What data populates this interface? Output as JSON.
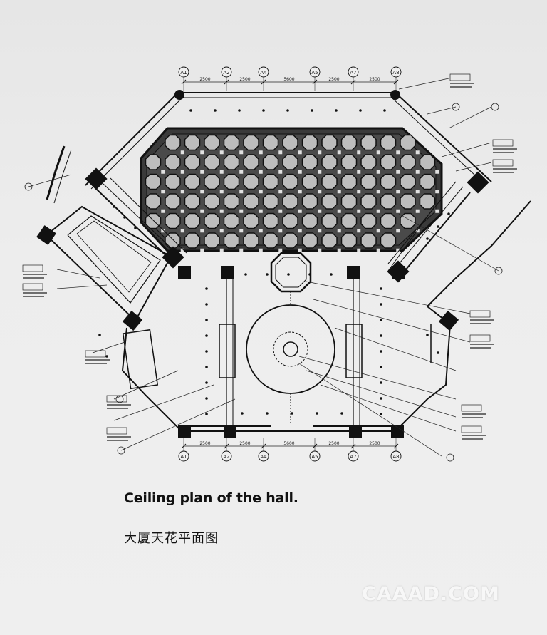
{
  "caption": {
    "title_en": "Ceiling plan of the hall.",
    "title_zh": "大厦天花平面图"
  },
  "watermark": {
    "text": "CAAAD.COM"
  },
  "grid_axes": {
    "top": [
      "A1",
      "A2",
      "A4",
      "A5",
      "A7",
      "A8"
    ],
    "bottom": [
      "A1",
      "A2",
      "A4",
      "A5",
      "A7",
      "A8"
    ]
  },
  "dimensions": {
    "top": [
      "2500",
      "2500",
      "5600",
      "2500",
      "2500"
    ],
    "bottom": [
      "2500",
      "2500",
      "5600",
      "2500",
      "2500"
    ]
  },
  "colors": {
    "ink": "#111111",
    "paper": "#ececec",
    "pattern_fill": "#bdbdbd"
  }
}
